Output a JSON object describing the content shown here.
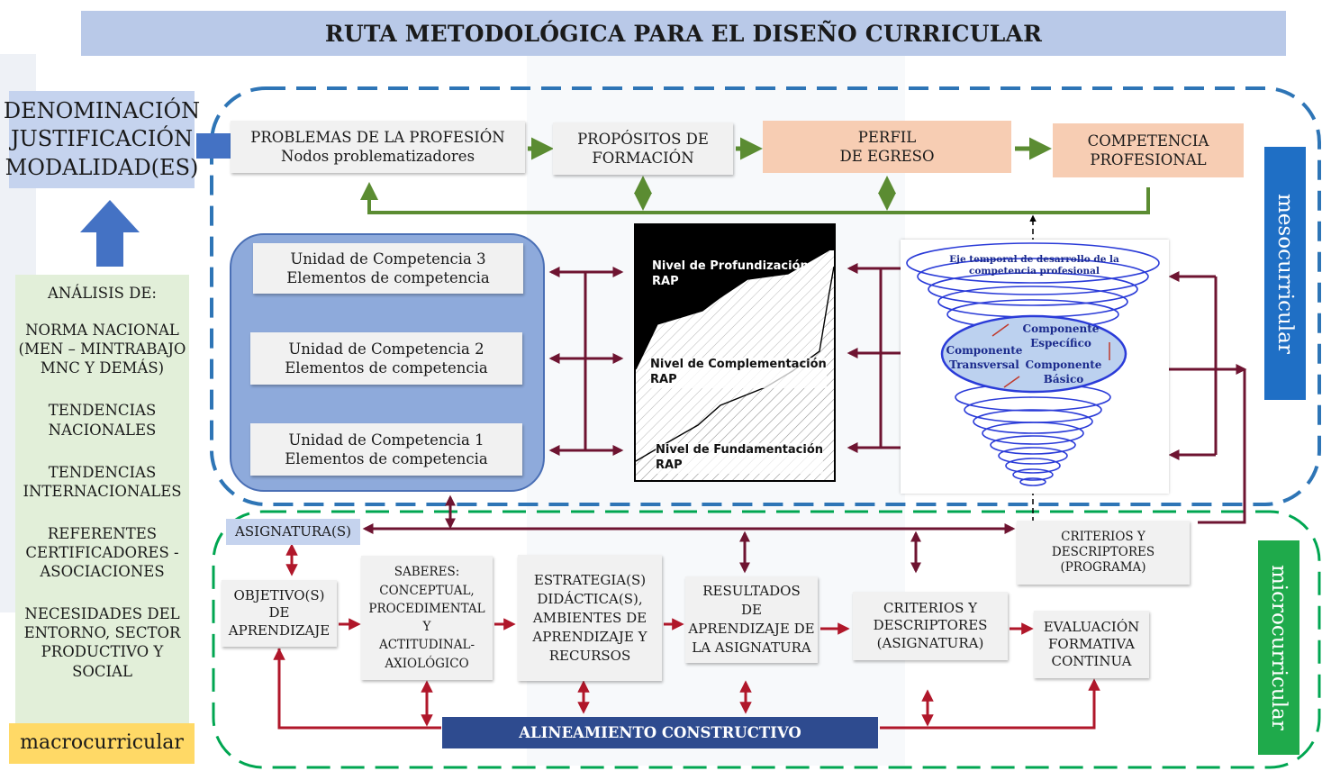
{
  "title": "RUTA METODOLÓGICA PARA EL DISEÑO CURRICULAR",
  "top_left": {
    "lines": [
      "DENOMINACIÓN",
      "JUSTIFICACIÓN",
      "MODALIDAD(ES)"
    ]
  },
  "analysis": {
    "heading": "ANÁLISIS DE:",
    "items": [
      [
        "NORMA NACIONAL",
        "(MEN – MINTRABAJO",
        "MNC Y DEMÁS)"
      ],
      [
        "TENDENCIAS",
        "NACIONALES"
      ],
      [
        "TENDENCIAS",
        "INTERNACIONALES"
      ],
      [
        "REFERENTES",
        "CERTIFICADORES -",
        "ASOCIACIONES"
      ],
      [
        "NECESIDADES DEL",
        "ENTORNO, SECTOR",
        "PRODUCTIVO Y",
        "SOCIAL"
      ]
    ]
  },
  "macro_label": "macrocurricular",
  "meso_label": "mesocurricular",
  "micro_label": "microcurricular",
  "meso_flow": [
    [
      "PROBLEMAS DE LA PROFESIÓN",
      "Nodos problematizadores"
    ],
    [
      "PROPÓSITOS DE",
      "FORMACIÓN"
    ],
    [
      "PERFIL",
      "DE EGRESO"
    ],
    [
      "COMPETENCIA",
      "PROFESIONAL"
    ]
  ],
  "units": [
    [
      "Unidad de Competencia 3",
      "Elementos de competencia"
    ],
    [
      "Unidad de Competencia 2",
      "Elementos de competencia"
    ],
    [
      "Unidad de Competencia 1",
      "Elementos de competencia"
    ]
  ],
  "levels": [
    [
      "Nivel de  Profundización",
      "RAP"
    ],
    [
      "Nivel de Complementación",
      "RAP"
    ],
    [
      "Nivel de Fundamentación",
      "RAP"
    ]
  ],
  "spiral": {
    "title_lines": [
      "Eje temporal de desarrollo de la",
      "competencia profesional"
    ],
    "specific": [
      "Componente",
      "Específico"
    ],
    "transversal": [
      "Componente",
      "Transversal"
    ],
    "basic": [
      "Componente",
      "Básico"
    ]
  },
  "asignatura": "ASIGNATURA(S)",
  "criterios_programa": [
    "CRITERIOS Y",
    "DESCRIPTORES",
    "(PROGRAMA)"
  ],
  "micro_flow": [
    [
      "OBJETIVO(S)",
      "DE",
      "APRENDIZAJE"
    ],
    [
      "SABERES:",
      "CONCEPTUAL,",
      "PROCEDIMENTAL",
      "Y",
      "ACTITUDINAL-",
      "AXIOLÓGICO"
    ],
    [
      "ESTRATEGIA(S)",
      "DIDÁCTICA(S),",
      "AMBIENTES DE",
      "APRENDIZAJE  Y",
      "RECURSOS"
    ],
    [
      "RESULTADOS",
      "DE",
      "APRENDIZAJE DE",
      "LA ASIGNATURA"
    ],
    [
      "CRITERIOS Y",
      "DESCRIPTORES",
      "(ASIGNATURA)"
    ],
    [
      "EVALUACIÓN",
      "FORMATIVA",
      "CONTINUA"
    ]
  ],
  "alineamiento": "ALINEAMIENTO CONSTRUCTIVO",
  "colors": {
    "title_bg": "#b9c9e8",
    "blue_box": "#c5d3ee",
    "unit_panel": "#8eaadb",
    "peach": "#f7cdb3",
    "meso_dash": "#2e75b6",
    "micro_dash": "#00a651",
    "green_arrow": "#5b8c32",
    "maroon": "#6e1431",
    "red": "#b0172a",
    "navy": "#2e4b8f",
    "meso_tab": "#1f6fc5",
    "micro_tab": "#1faa4b",
    "macro_tab": "#ffd966"
  }
}
